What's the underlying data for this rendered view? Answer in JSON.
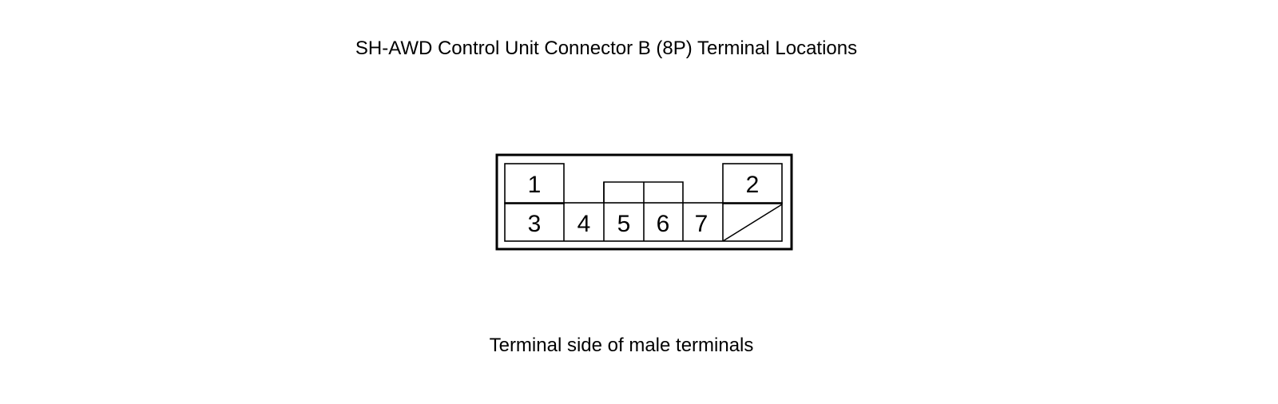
{
  "diagram": {
    "title": "SH-AWD Control Unit Connector B (8P) Terminal Locations",
    "caption": "Terminal side of male terminals",
    "terminals": {
      "t1": "1",
      "t2": "2",
      "t3": "3",
      "t4": "4",
      "t5": "5",
      "t6": "6",
      "t7": "7"
    },
    "empty_terminal_marker": "diagonal-slash"
  }
}
